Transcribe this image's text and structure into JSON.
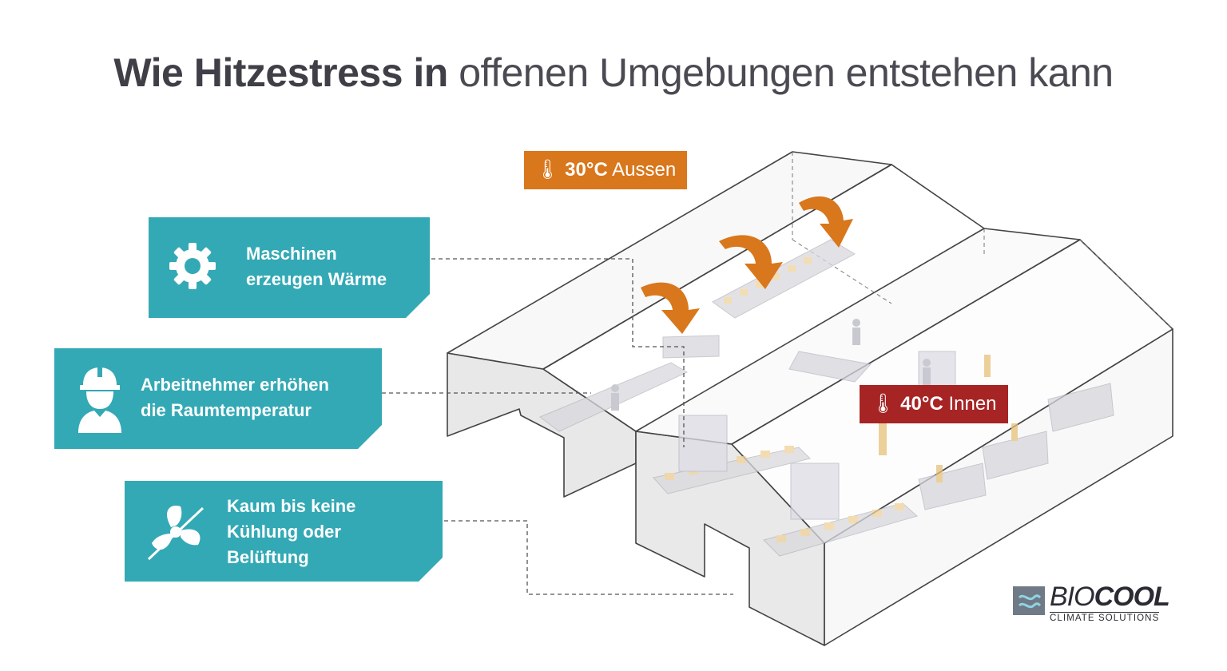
{
  "title": {
    "bold": "Wie Hitzestress in",
    "light": "offenen Umgebungen entstehen kann"
  },
  "callouts": [
    {
      "icon": "gear-icon",
      "line1": "Maschinen",
      "line2": "erzeugen Wärme"
    },
    {
      "icon": "worker-helmet-icon",
      "line1": "Arbeitnehmer erhöhen",
      "line2": "die Raumtemperatur"
    },
    {
      "icon": "fan-off-icon",
      "line1": "Kaum bis keine",
      "line2": "Kühlung oder",
      "line3": "Belüftung"
    }
  ],
  "temperatures": {
    "outside": {
      "value": "30",
      "unit": "°C",
      "label": "Aussen",
      "color": "#d9771c"
    },
    "inside": {
      "value": "40",
      "unit": "°C",
      "label": "Innen",
      "color": "#a62424"
    }
  },
  "logo": {
    "brand_light": "BIO",
    "brand_bold": "COOL",
    "tagline": "CLIMATE SOLUTIONS"
  },
  "colors": {
    "teal": "#33a9b5",
    "arrow": "#d9771c",
    "title": "#4a4a52"
  }
}
